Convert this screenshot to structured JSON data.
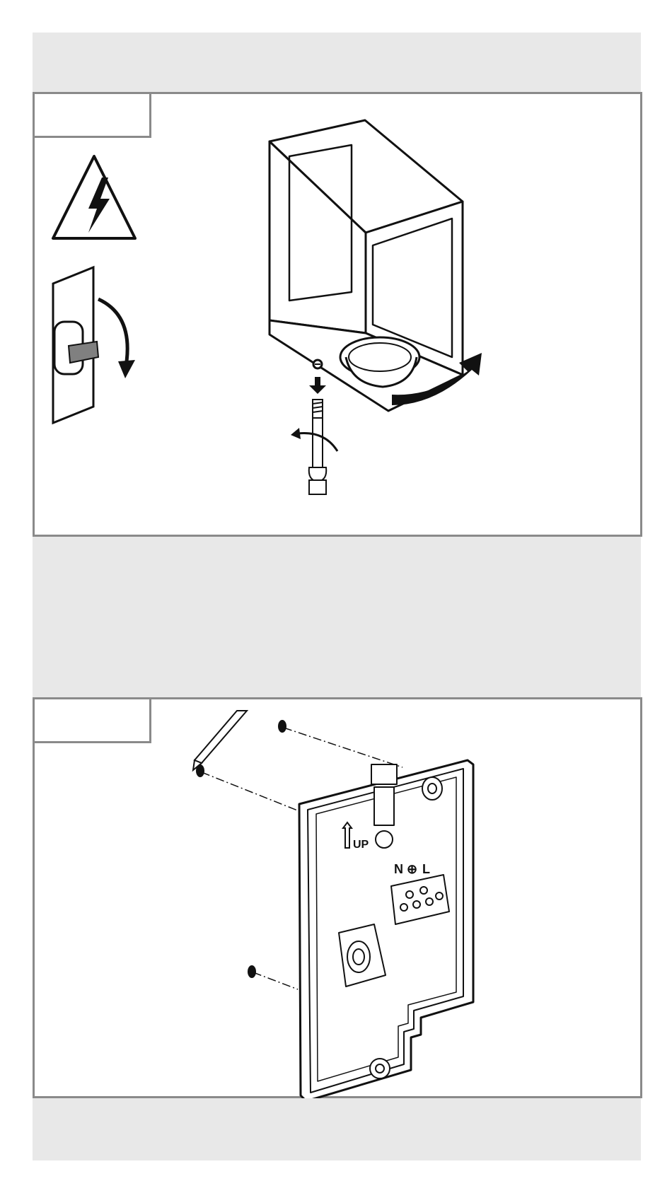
{
  "page": {
    "background": "#ffffff",
    "band_color": "#e8e8e8",
    "frame_color": "#8a8a8a"
  },
  "step1": {
    "number": "",
    "icons": [
      "electric-hazard-icon",
      "circuit-breaker-off-icon",
      "rotate-arrow-icon",
      "screwdriver-icon"
    ]
  },
  "step2": {
    "number": "",
    "up_label": "UP",
    "terminal_labels": {
      "n": "N",
      "earth": "⊕",
      "l": "L"
    }
  }
}
